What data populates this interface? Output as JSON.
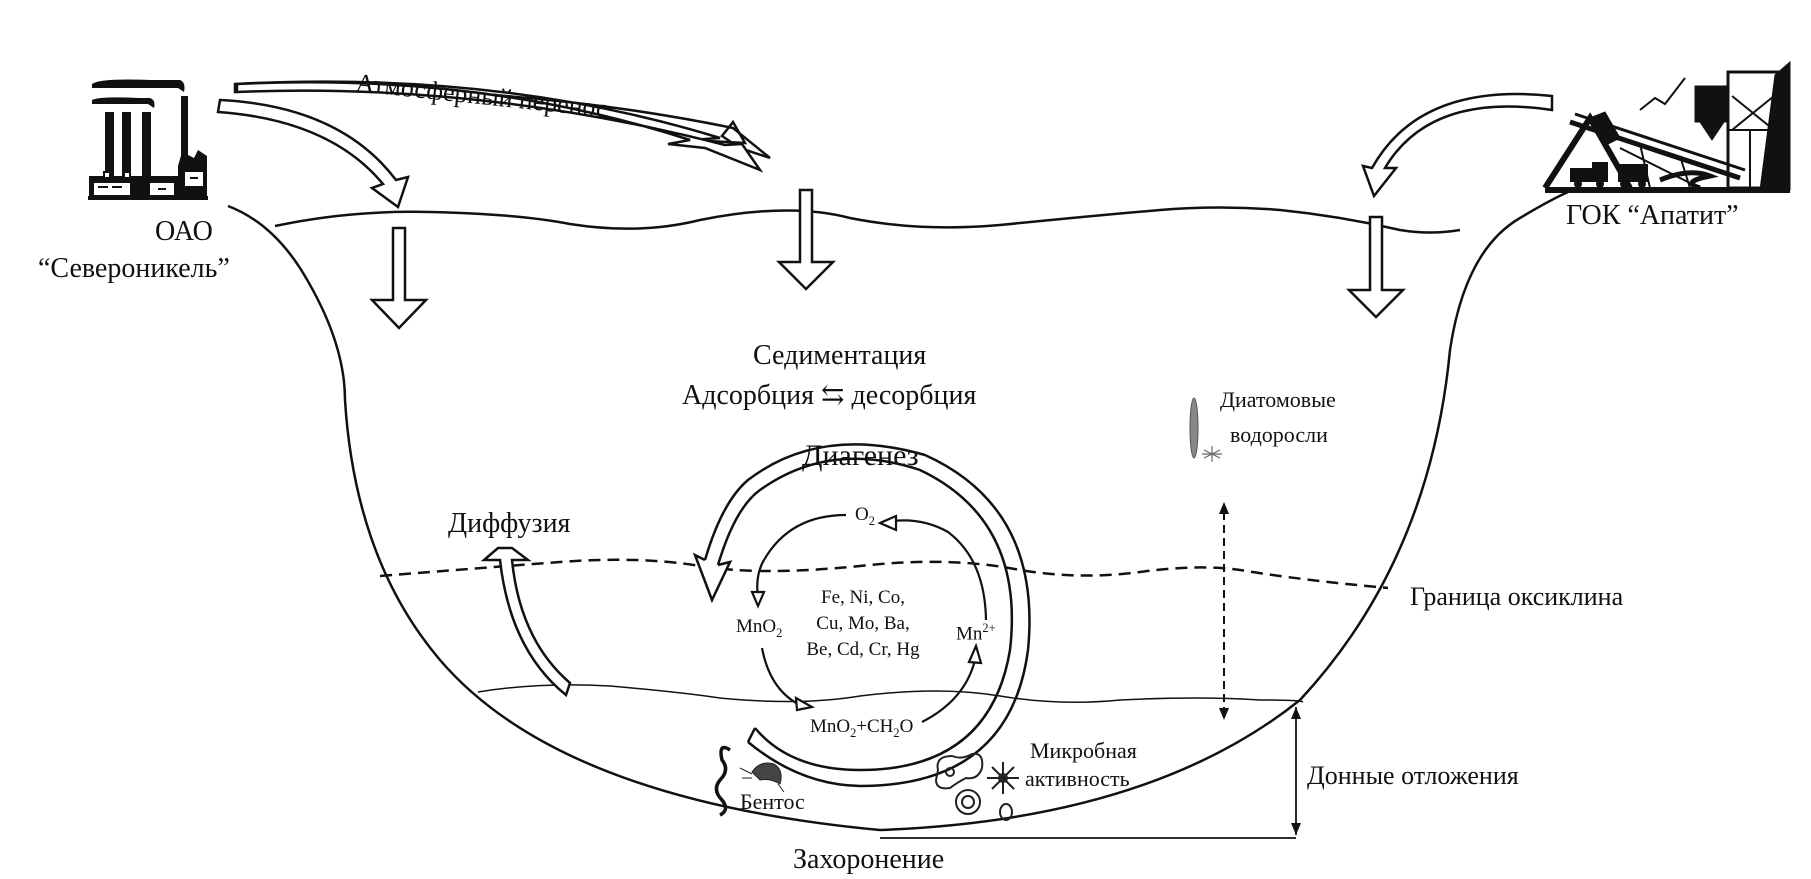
{
  "sources": {
    "left": {
      "line1": "ОАО",
      "line2": "“Североникель”",
      "icon": "factory-icon"
    },
    "right": {
      "line1": "ГОК “Апатит”",
      "icon": "mining-plant-icon"
    }
  },
  "processes": {
    "atmospheric_transport": "Атмосферный перенос",
    "sedimentation": "Седиментация",
    "adsorption": "Адсорбция",
    "adsorption_symbol": "⇆",
    "desorption": "десорбция",
    "diagenesis": "Диагенез",
    "diffusion": "Диффузия",
    "burial": "Захоронение"
  },
  "zones": {
    "oxycline": "Граница оксиклина",
    "sediments": "Донные отложения"
  },
  "biota": {
    "diatoms_line1": "Диатомовые",
    "diatoms_line2": "водоросли",
    "benthos": "Бентос",
    "microbial_line1": "Микробная",
    "microbial_line2": "активность"
  },
  "cycle": {
    "o2": "O",
    "o2_sub": "2",
    "mno2": "MnO",
    "mno2_sub": "2",
    "mn2": "Mn",
    "mn2_sup": "2+",
    "organic_a": "MnO",
    "organic_sub1": "2",
    "organic_b": "+CH",
    "organic_sub2": "2",
    "organic_c": "O",
    "metals_line1": "Fe, Ni, Co,",
    "metals_line2": "Cu, Mo, Ba,",
    "metals_line3": "Be, Cd, Cr, Hg"
  }
}
